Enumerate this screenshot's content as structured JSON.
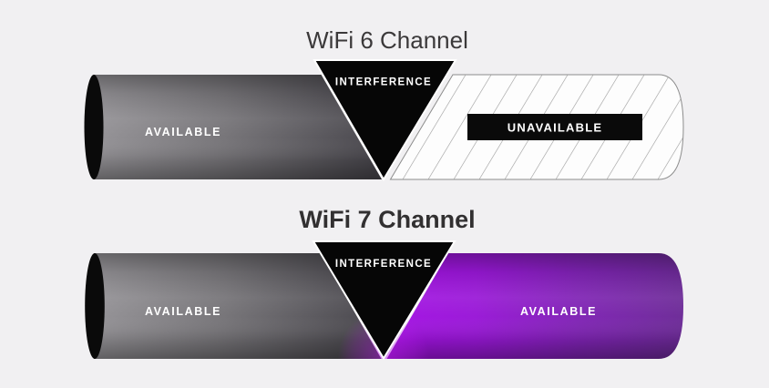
{
  "infographic": {
    "background_color": "#f1f0f2",
    "diagrams": [
      {
        "title": "WiFi 6 Channel",
        "interference_label": "INTERFERENCE",
        "left_segment_label": "AVAILABLE",
        "right_segment_label": "UNAVAILABLE",
        "right_segment_style": "hatched-unavailable"
      },
      {
        "title": "WiFi 7 Channel",
        "interference_label": "INTERFERENCE",
        "left_segment_label": "AVAILABLE",
        "right_segment_label": "AVAILABLE",
        "right_segment_style": "purple-available"
      }
    ],
    "colors": {
      "pipe_gray_light": "#949296",
      "pipe_gray_dark": "#454349",
      "purple_bright": "#a411e4",
      "purple_dark": "#6c2a97",
      "interference_black": "#060606",
      "hatch_line": "#9b9b9b",
      "title_color": "#3a3839",
      "label_white": "#ffffff"
    }
  }
}
